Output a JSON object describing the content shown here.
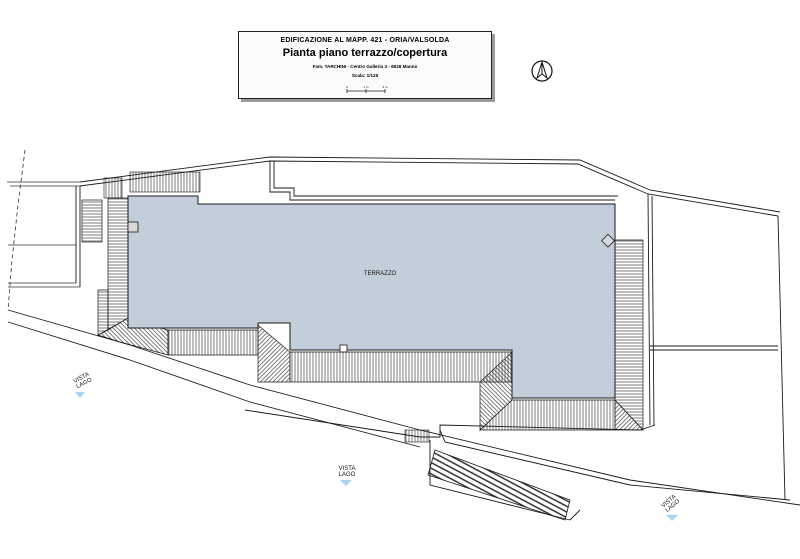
{
  "title_block": {
    "project": "EDIFICAZIONE AL MAPP. 421 - ORIA/VALSOLDA",
    "plan_title": "Pianta piano terrazzo/copertura",
    "client": "Fam. TARCHINI - Centro Galleria 3 - 6928 Manno",
    "scale": "Scala: 1/125",
    "scale_ticks": [
      "0",
      "1 m",
      "2 m"
    ]
  },
  "rooms": {
    "terrace": "TERRAZZO"
  },
  "views": [
    {
      "line1": "VISTA",
      "line2": "LAGO"
    },
    {
      "line1": "VISTA",
      "line2": "LAGO"
    },
    {
      "line1": "VISTA",
      "line2": "LAGO"
    }
  ],
  "colors": {
    "terrace_fill": "#c2cfdb",
    "line": "#1a1a1a",
    "view_marker": "#a9d4ee"
  },
  "icons": {
    "north": "north-arrow-icon"
  }
}
